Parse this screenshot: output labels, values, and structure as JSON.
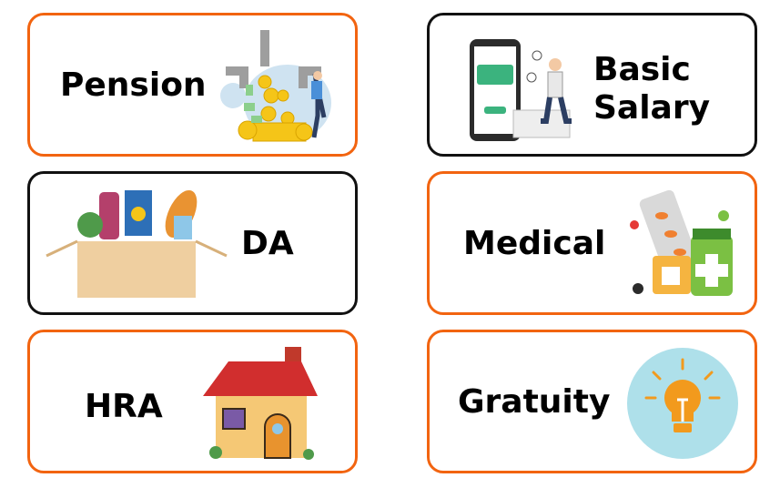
{
  "cards": [
    {
      "label": "Pension",
      "border": "#f26410",
      "icon": "money-tap-icon"
    },
    {
      "label_line1": "Basic",
      "label_line2": "Salary",
      "border": "#111111",
      "icon": "phone-payment-icon"
    },
    {
      "label": "DA",
      "border": "#111111",
      "icon": "grocery-box-icon"
    },
    {
      "label": "Medical",
      "border": "#f26410",
      "icon": "medicine-icon"
    },
    {
      "label": "HRA",
      "border": "#f26410",
      "icon": "house-icon"
    },
    {
      "label": "Gratuity",
      "border": "#f26410",
      "icon": "lightbulb-icon"
    }
  ]
}
